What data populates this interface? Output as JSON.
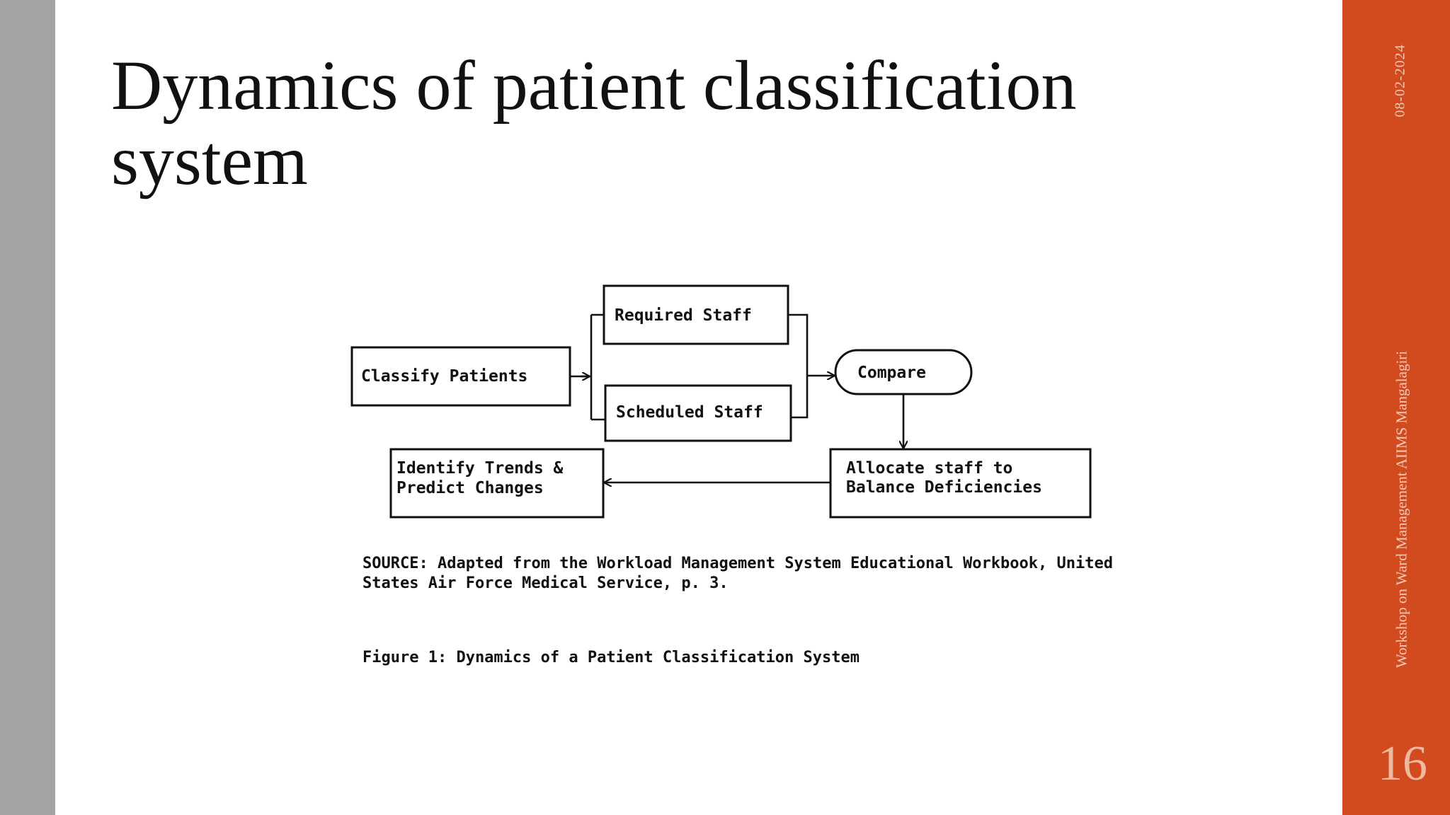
{
  "slide": {
    "title": "Dynamics of patient classification system",
    "date": "08-02-2024",
    "footer": "Workshop on Ward Management AIIMS Mangalagiri",
    "page_number": "16"
  },
  "diagram": {
    "nodes": {
      "classify": "Classify Patients",
      "required": "Required Staff",
      "scheduled": "Scheduled Staff",
      "compare": "Compare",
      "allocate_line1": "Allocate staff to",
      "allocate_line2": "Balance Deficiencies",
      "identify_line1": "Identify Trends &",
      "identify_line2": "Predict Changes"
    },
    "edges": [
      {
        "from": "classify",
        "to": "required"
      },
      {
        "from": "classify",
        "to": "scheduled"
      },
      {
        "from": "required",
        "to": "compare"
      },
      {
        "from": "scheduled",
        "to": "compare"
      },
      {
        "from": "compare",
        "to": "allocate"
      },
      {
        "from": "allocate",
        "to": "identify"
      }
    ],
    "source": "SOURCE: Adapted from the Workload Management System Educational Workbook, United States Air Force Medical Service, p. 3.",
    "caption": "Figure 1: Dynamics of a Patient Classification System"
  }
}
